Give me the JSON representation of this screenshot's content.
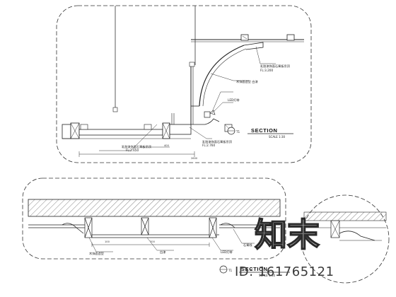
{
  "section_top": {
    "title": "SECTION",
    "scale": "SCALE  1:30",
    "ref": "T1",
    "labels": {
      "note_upper_1": "乳胶漆饰面石膏板吊顶",
      "note_upper_2": "FL:3.200",
      "led_label": "LED灯带",
      "note_mid": "木饰面造型 白漆",
      "note_left": "乳胶漆饰面石膏板吊顶",
      "fl_left": "FL:2.650",
      "note_bottom": "乳胶漆饰面石膏板吊顶",
      "fl_bottom": "FL:2.760",
      "dim_bottom": "2600",
      "dim_mid": "400"
    }
  },
  "section_bottom": {
    "title": "SECTION",
    "scale": "SCALE  1:30",
    "ref": "T1",
    "labels": {
      "note_a": "木饰面造型",
      "note_b": "白漆",
      "note_c": "LED灯带",
      "note_d": "石膏线",
      "dim_a": "700",
      "dim_b": "100"
    }
  },
  "watermark": {
    "logo": "知末",
    "id_text": "ID: 161765121"
  }
}
